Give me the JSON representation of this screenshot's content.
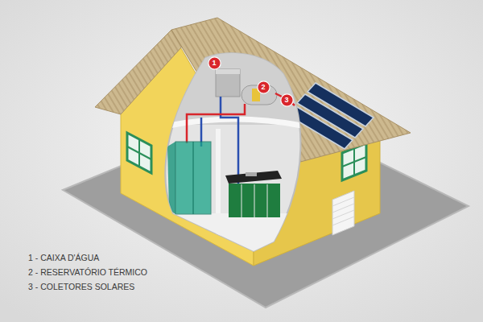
{
  "diagram": {
    "nodes": [
      {
        "text": [
          "1"
        ]
      },
      {
        "text": [
          "2"
        ]
      },
      {
        "text": [
          "3"
        ]
      }
    ],
    "labels": [
      "1 - CAIXA D'ÁGUA",
      "2 - RESERVATÓRIO TÉRMICO",
      "3 - COLETORES SOLARES"
    ]
  }
}
